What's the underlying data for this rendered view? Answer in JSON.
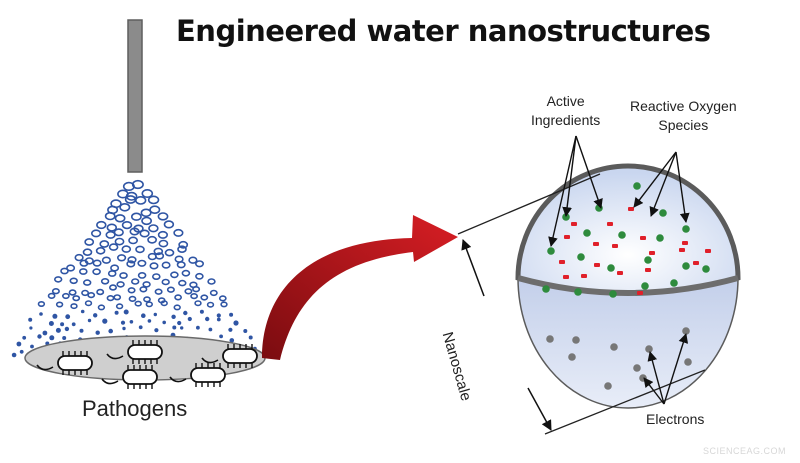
{
  "title": "Engineered water nanostructures",
  "labels": {
    "pathogens": "Pathogens",
    "active_line1": "Active",
    "active_line2": "Ingredients",
    "ros_line1": "Reactive Oxygen",
    "ros_line2": "Species",
    "electrons": "Electrons",
    "nanoscale": "Nanoscale"
  },
  "watermark": "SCIENCEAG.COM",
  "colors": {
    "arrow": "#b8141a",
    "droplet": "#2f55a4",
    "active_ingredient": "#2e8b3d",
    "reactive_oxygen": "#e0202a",
    "electron": "#777777",
    "sphere_top": "#dfe7f6",
    "sphere_bottom": "#b5c2e3"
  }
}
